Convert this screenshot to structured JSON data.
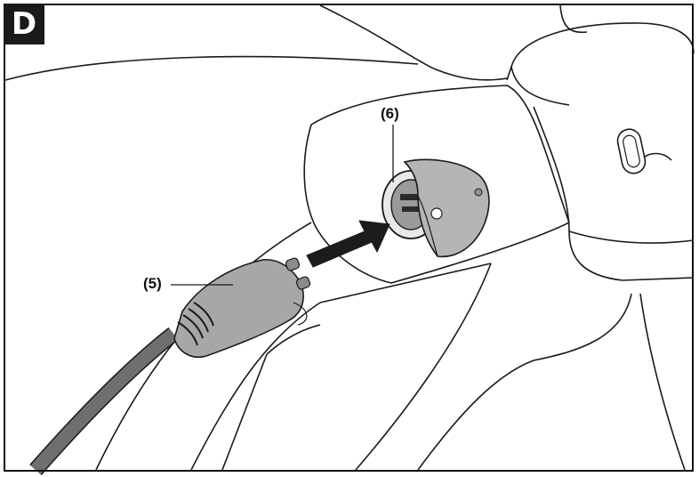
{
  "figure": {
    "label": "D"
  },
  "callouts": {
    "plug": "(5)",
    "socket": "(6)"
  },
  "colors": {
    "line": "#1a1a1a",
    "housing": "#ffffff",
    "plug_fill": "#a7a7a7",
    "cable": "#6f6f6f",
    "cap": "#b5b5b5",
    "arrow": "#1c1c1c"
  },
  "icons": {
    "arrow": "insert-direction-arrow"
  }
}
